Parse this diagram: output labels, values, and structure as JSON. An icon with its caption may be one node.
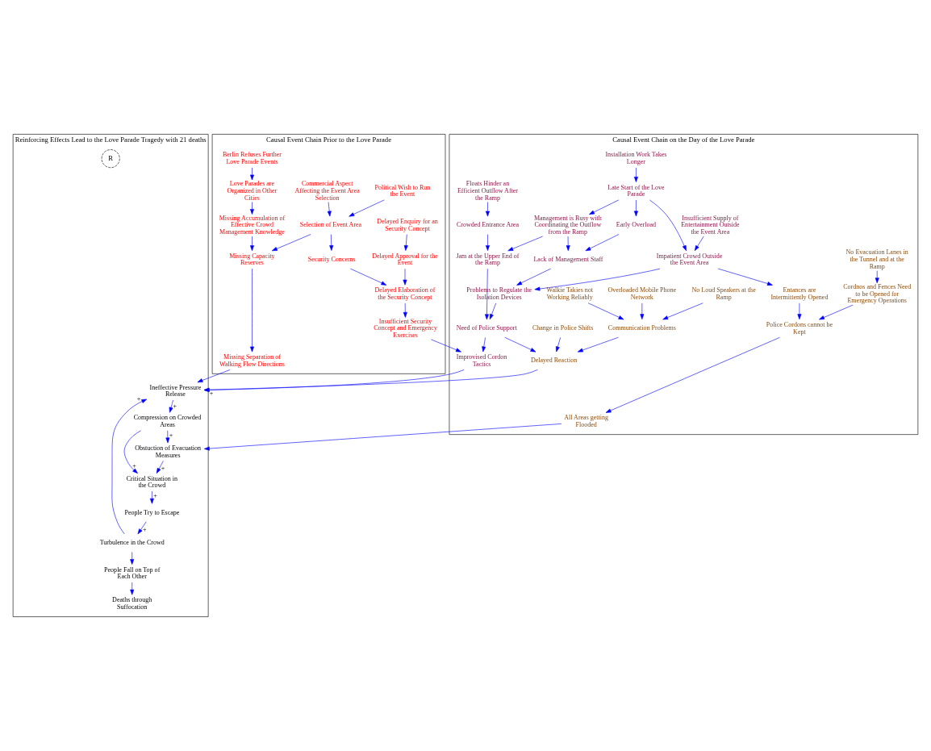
{
  "diagram": {
    "nodes": [
      {
        "text": [
          "Causal Event Chain Prior to the Love Parade"
        ]
      },
      {
        "text": [
          "Causal Event Chain on the Day of the Love Parade"
        ]
      },
      {
        "text": [
          "Reinforcing Effects Lead to the Love Parade Tragedy with 21 deaths"
        ]
      },
      {
        "text": [
          "Berlin Refuses Further Love Parade Events"
        ],
        "in": 0
      },
      {
        "text": [
          "Commercial Aspect Affecting the Event Area Selection"
        ],
        "in": 0
      },
      {
        "text": [
          "Political Wish to Run the Event"
        ],
        "in": 0
      },
      {
        "text": [
          "Love Parades are Organized in Other Cities"
        ],
        "in": 0
      },
      {
        "text": [
          "Selection of Event Area"
        ],
        "in": 0
      },
      {
        "text": [
          "Delayed Enquiry for an Security Concept"
        ],
        "in": 0
      },
      {
        "text": [
          "Missing Accumulation of Effective Crowd Management Knowledge"
        ],
        "in": 0
      },
      {
        "text": [
          "Security Concerns"
        ],
        "in": 0
      },
      {
        "text": [
          "Delayed Approval for the Event"
        ],
        "in": 0
      },
      {
        "text": [
          "Delayed Elaboration of the Security Concept"
        ],
        "in": 0
      },
      {
        "text": [
          "Missing Capacity Reserves"
        ],
        "in": 0
      },
      {
        "text": [
          "Insufficient Security Concept and Emergency Exercises"
        ],
        "in": 0
      },
      {
        "text": [
          "Missing Separation of Walking Flow Directions"
        ],
        "in": 0
      },
      {
        "text": [
          "Floats Hinder an Efficient Outflow After the Ramp"
        ],
        "in": 1
      },
      {
        "text": [
          "Installation Work Takes Longer"
        ],
        "in": 1
      },
      {
        "text": [
          "Insufficient Supply of Entertainment Outside the Event Area"
        ],
        "in": 1
      },
      {
        "text": [
          "Late Start of the Love Parade"
        ],
        "in": 1
      },
      {
        "text": [
          "Crowded Entrance Area"
        ],
        "in": 1
      },
      {
        "text": [
          "Early Overload"
        ],
        "in": 1
      },
      {
        "text": [
          "Management is Busy with Coordinating the Outflow from the Ramp"
        ],
        "in": 1
      },
      {
        "text": [
          "Jam at the Upper End of the Ramp"
        ],
        "in": 1
      },
      {
        "text": [
          "Impatient Crowd Outside the Event Area"
        ],
        "in": 1
      },
      {
        "text": [
          "Lack of Management Staff"
        ],
        "in": 1
      },
      {
        "text": [
          "Need of Police Support"
        ],
        "in": 1
      },
      {
        "text": [
          "Problems to Regulate the Isolation Devices"
        ],
        "in": 1
      },
      {
        "text": [
          "Improvised Cordon Tactics"
        ],
        "in": 1
      },
      {
        "text": [
          "Change in Police Shifts"
        ],
        "in": 1
      },
      {
        "text": [
          "Walkie Takies not Working Reliably"
        ],
        "in": 1
      },
      {
        "text": [
          "Communication Problems"
        ],
        "in": 1
      },
      {
        "text": [
          "Delayed Reaction"
        ],
        "in": 1
      },
      {
        "text": [
          "No Loud Speakers at the Ramp"
        ],
        "in": 1
      },
      {
        "text": [
          "Overloaded Mobile Phone Network"
        ],
        "in": 1
      },
      {
        "text": [
          "All Areas getting Flooded"
        ],
        "in": 1
      },
      {
        "text": [
          "Police Cordons cannot be Kept"
        ],
        "in": 1
      },
      {
        "text": [
          "Entances are Intermittently Opened"
        ],
        "in": 1
      },
      {
        "text": [
          "Cordnos and Fences Need to be Opened for Emergency Operations"
        ],
        "in": 1
      },
      {
        "text": [
          "No Evacuation Lanes in the Tunnel and at the Ramp"
        ],
        "in": 1
      },
      {
        "text": [
          "People Fall on Top of Each Other"
        ],
        "in": 2
      },
      {
        "text": [
          "Turbulence in the Crowd"
        ],
        "in": 2
      },
      {
        "text": [
          "Ineffective Pressure Release"
        ],
        "in": 2
      },
      {
        "text": [
          "Deaths through Suffocation"
        ],
        "in": 2
      },
      {
        "text": [
          "People Try to Escape"
        ],
        "in": 2
      },
      {
        "text": [
          "Compression on Crowded Areas"
        ],
        "in": 2
      },
      {
        "text": [
          "Critical Situation in the Crowd"
        ],
        "in": 2
      },
      {
        "text": [
          "Obstuction of Evacuation Measures"
        ],
        "in": 2
      }
    ],
    "edges": [
      {
        "from": 3,
        "to": 6,
        "arrow": "to"
      },
      {
        "from": 4,
        "to": 7,
        "arrow": "to"
      },
      {
        "from": 5,
        "to": 7,
        "arrow": "to"
      },
      {
        "from": 6,
        "to": 9,
        "arrow": "to"
      },
      {
        "from": 7,
        "to": 10,
        "arrow": "to"
      },
      {
        "from": 7,
        "to": 13,
        "arrow": "to"
      },
      {
        "from": 8,
        "to": 11,
        "arrow": "to"
      },
      {
        "from": 9,
        "to": 13,
        "arrow": "to"
      },
      {
        "from": 10,
        "to": 12,
        "arrow": "to"
      },
      {
        "from": 11,
        "to": 12,
        "arrow": "to"
      },
      {
        "from": 12,
        "to": 14,
        "arrow": "to"
      },
      {
        "from": 13,
        "to": 15,
        "arrow": "to"
      },
      {
        "from": 14,
        "to": 28,
        "arrow": "to"
      },
      {
        "from": 15,
        "to": 42,
        "arrow": "to"
      },
      {
        "from": 16,
        "to": 20,
        "arrow": "to"
      },
      {
        "from": 17,
        "to": 19,
        "arrow": "to"
      },
      {
        "from": 19,
        "to": 22,
        "arrow": "to"
      },
      {
        "from": 19,
        "to": 21,
        "arrow": "to"
      },
      {
        "from": 19,
        "to": 24,
        "arrow": "to"
      },
      {
        "from": 18,
        "to": 24,
        "arrow": "to"
      },
      {
        "from": 20,
        "to": 23,
        "arrow": "to"
      },
      {
        "from": 22,
        "to": 23,
        "arrow": "to"
      },
      {
        "from": 22,
        "to": 25,
        "arrow": "to"
      },
      {
        "from": 21,
        "to": 25,
        "arrow": "to"
      },
      {
        "from": 23,
        "to": 26,
        "arrow": "to"
      },
      {
        "from": 25,
        "to": 27,
        "arrow": "to"
      },
      {
        "from": 24,
        "to": 27,
        "arrow": "to"
      },
      {
        "from": 27,
        "to": 26,
        "arrow": "to"
      },
      {
        "from": 26,
        "to": 28,
        "arrow": "to"
      },
      {
        "from": 26,
        "to": 32,
        "arrow": "to"
      },
      {
        "from": 28,
        "to": 42,
        "arrow": "to",
        "label": "+"
      },
      {
        "from": 29,
        "to": 32,
        "arrow": "to"
      },
      {
        "from": 31,
        "to": 32,
        "arrow": "to"
      },
      {
        "from": 30,
        "to": 31,
        "arrow": "to"
      },
      {
        "from": 33,
        "to": 31,
        "arrow": "to"
      },
      {
        "from": 34,
        "to": 31,
        "arrow": "to"
      },
      {
        "from": 32,
        "to": 42,
        "arrow": "to"
      },
      {
        "from": 24,
        "to": 37,
        "arrow": "to"
      },
      {
        "from": 37,
        "to": 36,
        "arrow": "to"
      },
      {
        "from": 36,
        "to": 35,
        "arrow": "to"
      },
      {
        "from": 38,
        "to": 36,
        "arrow": "to"
      },
      {
        "from": 39,
        "to": 38,
        "arrow": "to"
      },
      {
        "from": 35,
        "to": 47,
        "arrow": "to"
      },
      {
        "from": 42,
        "to": 45,
        "arrow": "to",
        "label": "+"
      },
      {
        "from": 45,
        "to": 47,
        "arrow": "to",
        "label": "+"
      },
      {
        "from": 45,
        "to": 46,
        "arrow": "to",
        "label": "+"
      },
      {
        "from": 47,
        "to": 46,
        "arrow": "to",
        "label": "+"
      },
      {
        "from": 46,
        "to": 44,
        "arrow": "to",
        "label": "+"
      },
      {
        "from": 44,
        "to": 41,
        "arrow": "to",
        "label": "+"
      },
      {
        "from": 41,
        "to": 42,
        "arrow": "to",
        "label": "+"
      },
      {
        "from": 41,
        "to": 40,
        "arrow": "to"
      },
      {
        "from": 40,
        "to": 43,
        "arrow": "to"
      }
    ],
    "labels": [
      "R"
    ]
  }
}
